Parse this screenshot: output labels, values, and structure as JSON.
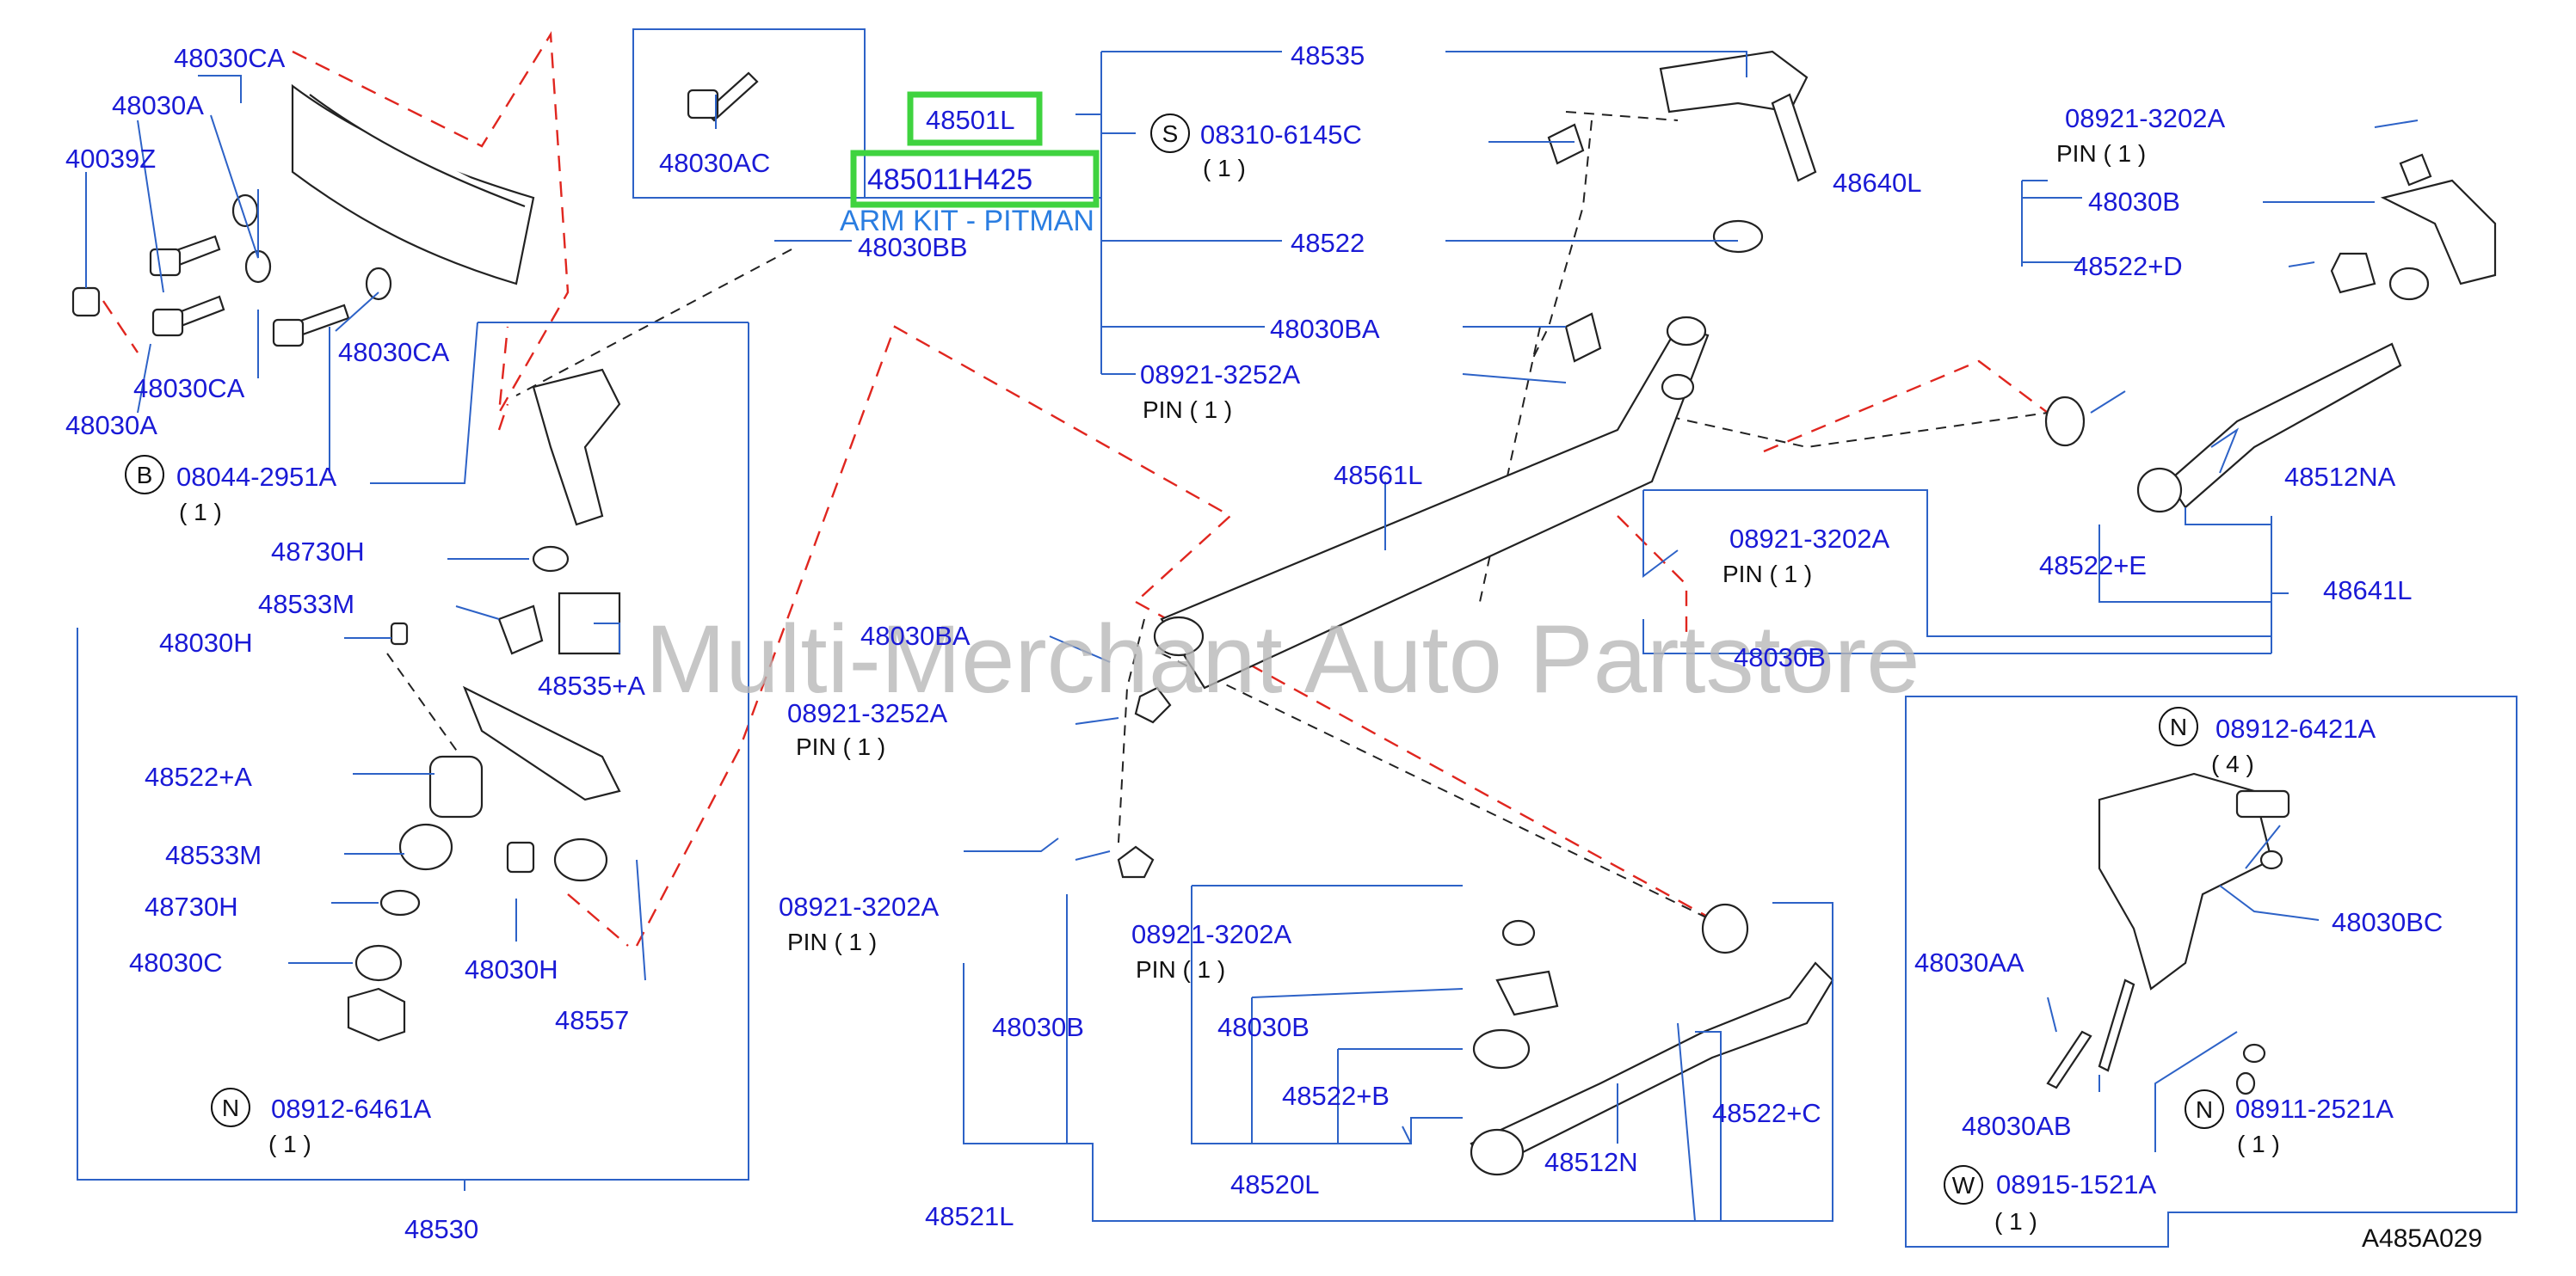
{
  "diagram": {
    "watermark": "Multi-Merchant Auto Partstore",
    "reference_code": "A485A029",
    "highlighted_parts": [
      "48501L",
      "485011H425"
    ],
    "kit_caption": "ARM KIT - PITMAN",
    "colors": {
      "label_blue": "#1a1ad6",
      "leader_blue": "#2d62c7",
      "phantom_red": "#e0261f",
      "highlight_green": "#3fd33f",
      "kit_caption_blue": "#2a7de1"
    },
    "labels": {
      "p48030CA_a": "48030CA",
      "p48030A_a": "48030A",
      "p40039Z": "40039Z",
      "p48030CA_b": "48030CA",
      "p48030CA_c": "48030CA",
      "p48030A_b": "48030A",
      "p08044": "08044-2951A",
      "p08044_qty": "( 1 )",
      "p48030AC": "48030AC",
      "p48030BB": "48030BB",
      "p48535": "48535",
      "p08310": "08310-6145C",
      "p08310_qty": "( 1 )",
      "p48522": "48522",
      "p48030BA_top": "48030BA",
      "p08921_3252_top": "08921-3252A",
      "pin_top": "PIN ( 1 )",
      "p48561L": "48561L",
      "p48640L": "48640L",
      "p08921_3202_tr": "08921-3202A",
      "pin_tr": "PIN ( 1 )",
      "p48030B_tr": "48030B",
      "p48522D": "48522+D",
      "p48512NA": "48512NA",
      "p48522E": "48522+E",
      "p48641L": "48641L",
      "p08921_3202_mid": "08921-3202A",
      "pin_mid": "PIN ( 1 )",
      "p48030B_mid": "48030B",
      "p48730H_a": "48730H",
      "p48533M_a": "48533M",
      "p48030H_a": "48030H",
      "p48535A": "48535+A",
      "p48522A": "48522+A",
      "p48533M_b": "48533M",
      "p48730H_b": "48730H",
      "p48030C": "48030C",
      "p48030H_b": "48030H",
      "p48557": "48557",
      "p08912_6461": "08912-6461A",
      "p08912_6461_qty": "( 1 )",
      "p48530": "48530",
      "p48030BA_mid": "48030BA",
      "p08921_3252_mid": "08921-3252A",
      "pin_mid2": "PIN ( 1 )",
      "p08921_3202_low": "08921-3202A",
      "pin_low": "PIN ( 1 )",
      "p48030B_low": "48030B",
      "p08921_3202_c": "08921-3202A",
      "pin_c": "PIN ( 1 )",
      "p48030B_c": "48030B",
      "p48522B": "48522+B",
      "p48520L": "48520L",
      "p48512N": "48512N",
      "p48522C": "48522+C",
      "p48521L": "48521L",
      "p08912_6421": "08912-6421A",
      "p08912_6421_qty": "( 4 )",
      "p48030BC": "48030BC",
      "p48030AA": "48030AA",
      "p48030AB": "48030AB",
      "p08911": "08911-2521A",
      "p08911_qty": "( 1 )",
      "p08915": "08915-1521A",
      "p08915_qty": "( 1 )"
    },
    "circle_letters": {
      "b": "B",
      "s": "S",
      "n1": "N",
      "n2": "N",
      "n3": "N",
      "w": "W"
    }
  }
}
